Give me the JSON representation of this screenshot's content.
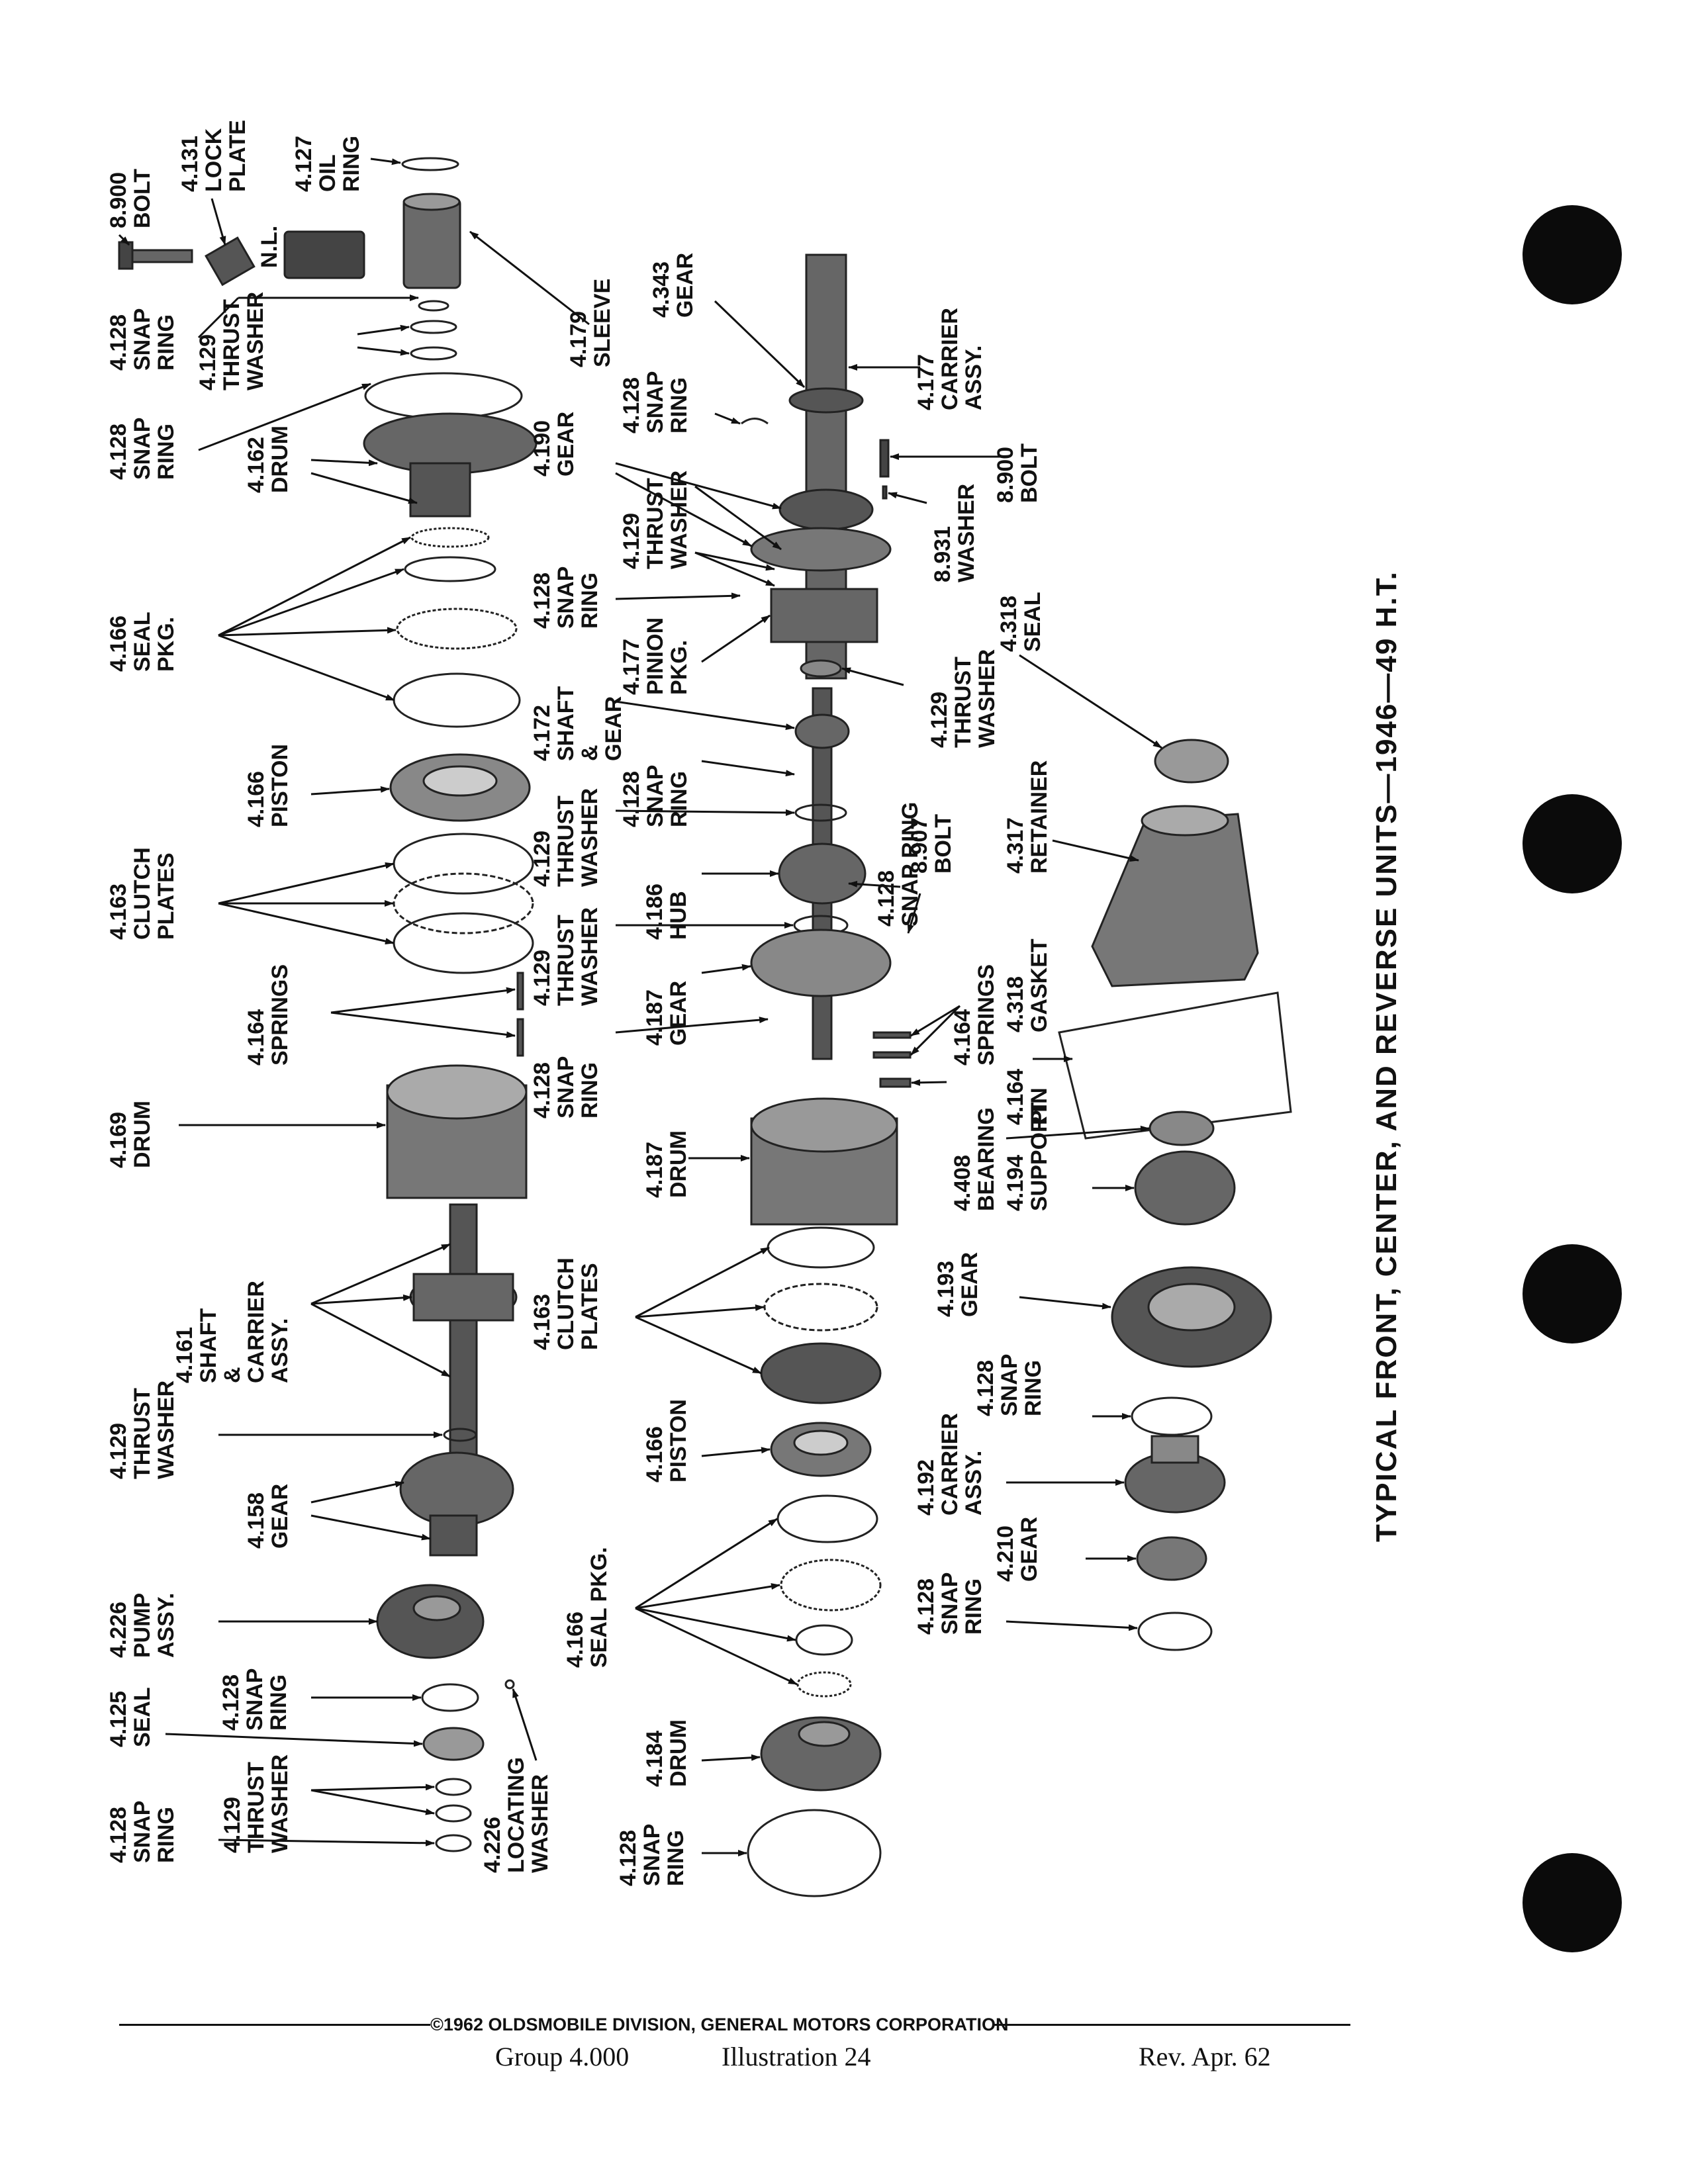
{
  "title": "TYPICAL FRONT, CENTER, AND REVERSE UNITS—1946—49 H.T.",
  "footer": {
    "copyright": "©1962 OLDSMOBILE DIVISION, GENERAL MOTORS CORPORATION",
    "group": "Group  4.000",
    "illustration": "Illustration 24",
    "revision": "Rev. Apr.  62"
  },
  "labels": {
    "bolt_8900_top": [
      "8.900",
      "BOLT"
    ],
    "lock_plate": [
      "4.131",
      "LOCK",
      "PLATE"
    ],
    "oil_ring": [
      "4.127",
      "OIL",
      "RING"
    ],
    "nl": [
      "N.L."
    ],
    "snap_ring_a": [
      "4.128",
      "SNAP",
      "RING"
    ],
    "thrust_washer_a": [
      "4.129",
      "THRUST",
      "WASHER"
    ],
    "snap_ring_b": [
      "4.128",
      "SNAP",
      "RING"
    ],
    "sleeve": [
      "4.179",
      "SLEEVE"
    ],
    "drum_4162": [
      "4.162",
      "DRUM"
    ],
    "seal_pkg_a": [
      "4.166",
      "SEAL",
      "PKG."
    ],
    "piston_a": [
      "4.166",
      "PISTON"
    ],
    "clutch_plates_a": [
      "4.163",
      "CLUTCH",
      "PLATES"
    ],
    "springs_a": [
      "4.164",
      "SPRINGS"
    ],
    "drum_4169": [
      "4.169",
      "DRUM"
    ],
    "shaft_carrier": [
      "4.161",
      "SHAFT",
      "&",
      "CARRIER",
      "ASSY."
    ],
    "thrust_washer_b": [
      "4.129",
      "THRUST",
      "WASHER"
    ],
    "gear_4158": [
      "4.158",
      "GEAR"
    ],
    "pump_assy": [
      "4.226",
      "PUMP",
      "ASSY."
    ],
    "seal_4125": [
      "4.125",
      "SEAL"
    ],
    "snap_ring_c": [
      "4.128",
      "SNAP",
      "RING"
    ],
    "thrust_washer_c": [
      "4.129",
      "THRUST",
      "WASHER"
    ],
    "snap_ring_d": [
      "4.128",
      "SNAP",
      "RING"
    ],
    "locating_washer": [
      "4.226",
      "LOCATING",
      "WASHER"
    ],
    "gear_4343": [
      "4.343",
      "GEAR"
    ],
    "carrier_assy_4177": [
      "4.177",
      "CARRIER",
      "ASSY."
    ],
    "snap_ring_e": [
      "4.128",
      "SNAP",
      "RING"
    ],
    "gear_4190": [
      "4.190",
      "GEAR"
    ],
    "thrust_washer_d": [
      "4.129",
      "THRUST",
      "WASHER"
    ],
    "snap_ring_f": [
      "4.128",
      "SNAP",
      "RING"
    ],
    "bolt_8900_b": [
      "8.900",
      "BOLT"
    ],
    "washer_8931": [
      "8.931",
      "WASHER"
    ],
    "pinion_pkg": [
      "4.177",
      "PINION",
      "PKG."
    ],
    "shaft_gear": [
      "4.172",
      "SHAFT",
      "&",
      "GEAR"
    ],
    "thrust_washer_e": [
      "4.129",
      "THRUST",
      "WASHER"
    ],
    "seal_4318": [
      "4.318",
      "SEAL"
    ],
    "snap_ring_g": [
      "4.128",
      "SNAP",
      "RING"
    ],
    "thrust_washer_f": [
      "4.129",
      "THRUST",
      "WASHER"
    ],
    "hub_4186": [
      "4.186",
      "HUB"
    ],
    "snap_ring_h": [
      "4.128",
      "SNAP RING"
    ],
    "bolt_8907": [
      "8.907",
      "BOLT"
    ],
    "retainer": [
      "4.317",
      "RETAINER"
    ],
    "thrust_washer_g": [
      "4.129",
      "THRUST",
      "WASHER"
    ],
    "gear_4187": [
      "4.187",
      "GEAR"
    ],
    "gasket": [
      "4.318",
      "GASKET"
    ],
    "snap_ring_i": [
      "4.128",
      "SNAP",
      "RING"
    ],
    "springs_b": [
      "4.164",
      "SPRINGS"
    ],
    "pin_4164": [
      "4.164",
      "PIN"
    ],
    "drum_4187": [
      "4.187",
      "DRUM"
    ],
    "bearing": [
      "4.408",
      "BEARING"
    ],
    "support": [
      "4.194",
      "SUPPORT"
    ],
    "clutch_plates_b": [
      "4.163",
      "CLUTCH",
      "PLATES"
    ],
    "gear_4193": [
      "4.193",
      "GEAR"
    ],
    "snap_ring_j": [
      "4.128",
      "SNAP",
      "RING"
    ],
    "piston_b": [
      "4.166",
      "PISTON"
    ],
    "carrier_assy_4192": [
      "4.192",
      "CARRIER",
      "ASSY."
    ],
    "gear_4210": [
      "4.210",
      "GEAR"
    ],
    "seal_pkg_b": [
      "4.166",
      "SEAL PKG."
    ],
    "snap_ring_k": [
      "4.128",
      "SNAP",
      "RING"
    ],
    "drum_4184": [
      "4.184",
      "DRUM"
    ],
    "snap_ring_l": [
      "4.128",
      "SNAP",
      "RING"
    ]
  }
}
